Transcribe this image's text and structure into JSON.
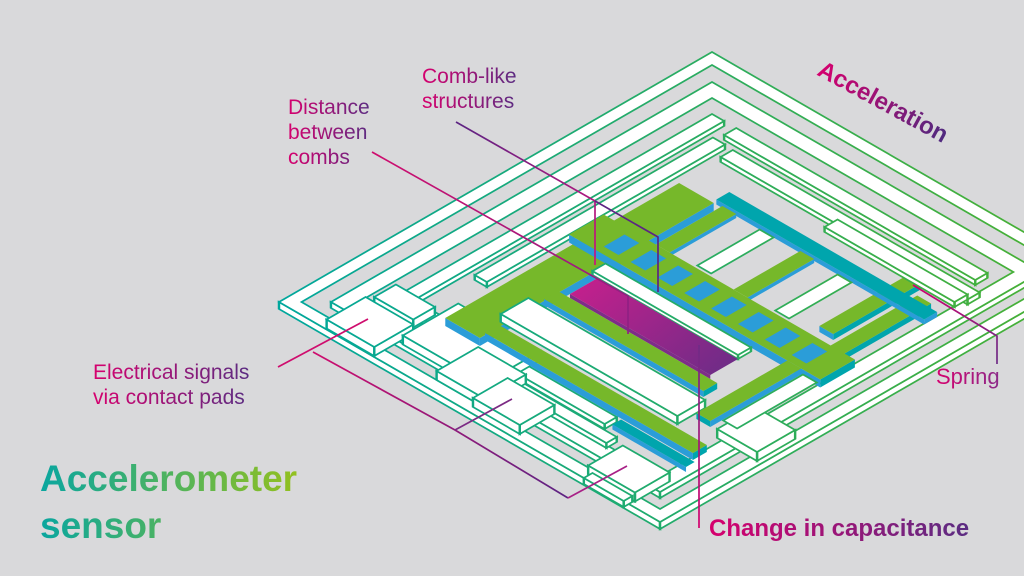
{
  "title": {
    "line1": "Accelerometer",
    "line2": "sensor"
  },
  "labels": {
    "comb_line1": "Comb-like",
    "comb_line2": "structures",
    "distance_line1": "Distance",
    "distance_line2": "between",
    "distance_line3": "combs",
    "electrical_line1": "Electrical signals",
    "electrical_line2": "via contact pads",
    "acceleration": "Acceleration",
    "spring": "Spring",
    "change_capacitance": "Change in capacitance"
  },
  "colors": {
    "background": "#d9d9db",
    "outline_teal": "#00a79d",
    "outline_green": "#4db12e",
    "mass_lime": "#76b82a",
    "side_blue": "#2b9dd8",
    "fixed_teal": "#00a5ad",
    "gap_magenta": "#c2208c",
    "gap_purple": "#6f2c87",
    "label_pink": "#d6006e",
    "label_purple": "#5b2c82",
    "title_teal": "#0aa69f",
    "title_green": "#93c01f"
  }
}
